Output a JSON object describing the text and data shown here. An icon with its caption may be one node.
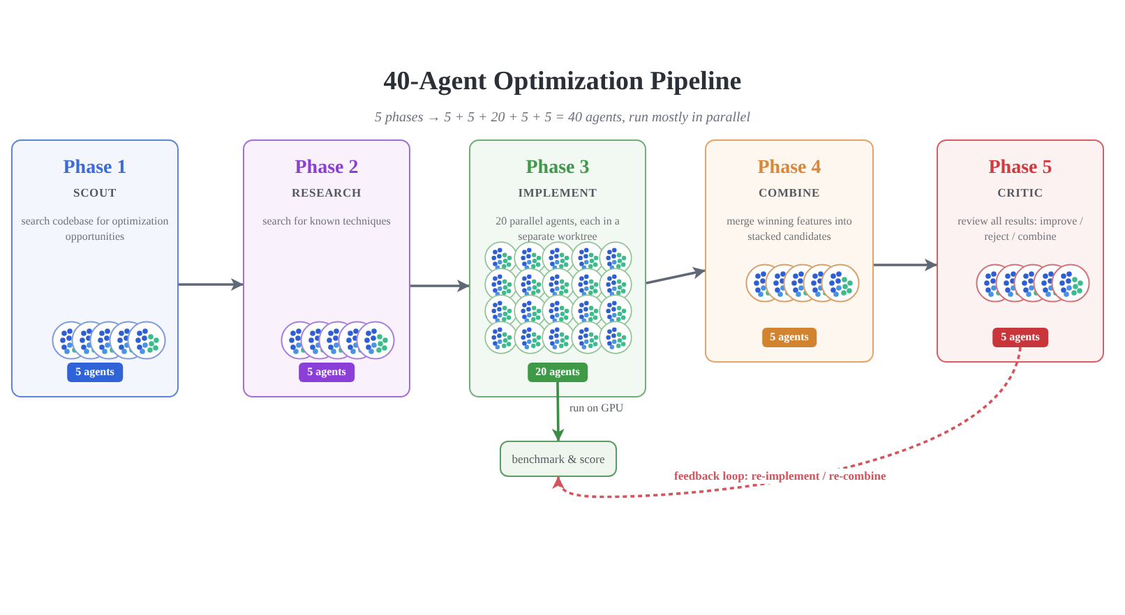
{
  "diagram": {
    "title": "40-Agent Optimization Pipeline",
    "nodes": [
      {
        "text": [
          "Phase 1",
          "SCOUT",
          "search codebase for optimization opportunities"
        ]
      },
      {
        "text": [
          "5 agents"
        ],
        "in": 0
      },
      {
        "text": [
          "Phase 2",
          "RESEARCH",
          "search for known techniques"
        ]
      },
      {
        "text": [
          "5 agents"
        ],
        "in": 2
      },
      {
        "text": [
          "Phase 3",
          "IMPLEMENT",
          "20 parallel agents, each in a separate worktree"
        ]
      },
      {
        "text": [
          "20 agents"
        ],
        "in": 4
      },
      {
        "text": [
          "Phase 4",
          "COMBINE",
          "merge winning features into stacked candidates"
        ]
      },
      {
        "text": [
          "5 agents"
        ],
        "in": 6
      },
      {
        "text": [
          "Phase 5",
          "CRITIC",
          "review all results: improve / reject / combine"
        ]
      },
      {
        "text": [
          "5 agents"
        ],
        "in": 8
      },
      {
        "text": [
          "benchmark & score"
        ]
      }
    ],
    "edges": [
      {
        "from": 0,
        "to": 2,
        "arrow": "to"
      },
      {
        "from": 2,
        "to": 4,
        "arrow": "to"
      },
      {
        "from": 4,
        "to": 6,
        "arrow": "to"
      },
      {
        "from": 6,
        "to": 8,
        "arrow": "to"
      },
      {
        "from": 5,
        "to": 10,
        "arrow": "to",
        "label": "run on GPU",
        "color": "#3d8b47"
      },
      {
        "from": 9,
        "to": 10,
        "arrow": "to",
        "label": "feedback loop: re-implement / re-combine",
        "style": "dashed",
        "color": "#d4545c"
      }
    ],
    "labels": [
      "5 phases → 5 + 5 + 20 + 5 + 5 = 40 agents, run mostly in parallel"
    ]
  }
}
